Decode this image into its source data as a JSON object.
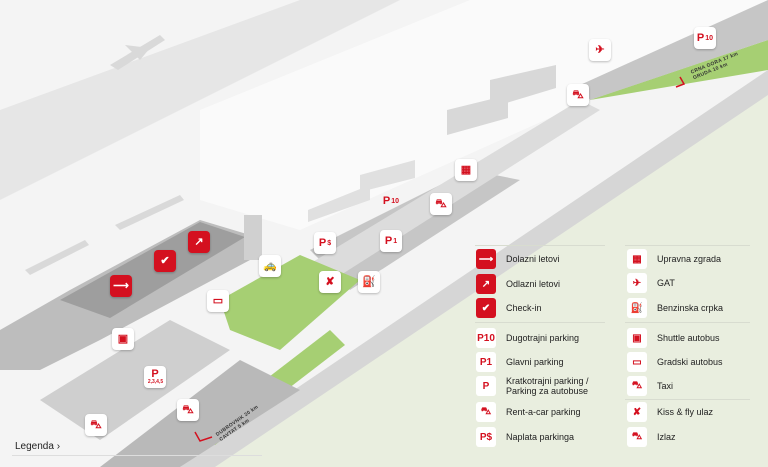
{
  "colors": {
    "accent": "#d4101f",
    "grass": "#e9eedf",
    "green": "#a6cf73",
    "asphalt": "#c8c8c8",
    "background": "#f4f4f4"
  },
  "map": {
    "road_signs": [
      {
        "lines": [
          "CRNA GORA 17 km",
          "GRUDA 10 km"
        ]
      },
      {
        "lines": [
          "DUBROVNIK 20 km",
          "CAVTAT 5 km"
        ]
      }
    ],
    "markers": [
      {
        "icon": "long-term-parking-icon",
        "text": "P",
        "sub": "10"
      },
      {
        "icon": "gat-plane-icon",
        "text": "✈",
        "sub": ""
      },
      {
        "icon": "exit-icon",
        "text": "⛍",
        "sub": ""
      },
      {
        "icon": "admin-building-icon",
        "text": "▦",
        "sub": ""
      },
      {
        "icon": "long-term-parking-icon",
        "text": "P",
        "sub": "10"
      },
      {
        "icon": "exit-icon",
        "text": "⛍",
        "sub": ""
      },
      {
        "icon": "main-parking-icon",
        "text": "P",
        "sub": "1"
      },
      {
        "icon": "parking-payment-icon",
        "text": "P",
        "sub": "$"
      },
      {
        "icon": "fuel-station-icon",
        "text": "⛽",
        "sub": ""
      },
      {
        "icon": "kiss-fly-icon",
        "text": "✘",
        "sub": ""
      },
      {
        "icon": "taxi-icon",
        "text": "🚕",
        "sub": ""
      },
      {
        "icon": "city-bus-icon",
        "text": "▭",
        "sub": ""
      },
      {
        "icon": "shuttle-bus-icon",
        "text": "▣",
        "sub": ""
      },
      {
        "icon": "short-term-parking-icon",
        "text": "P",
        "sub": "2,3,4,5"
      },
      {
        "icon": "rent-a-car-icon",
        "text": "⛍",
        "sub": ""
      },
      {
        "icon": "exit-icon",
        "text": "⛍",
        "sub": ""
      },
      {
        "icon": "arrivals-icon",
        "text": "⟶",
        "sub": ""
      },
      {
        "icon": "check-in-icon",
        "text": "✔",
        "sub": ""
      },
      {
        "icon": "departures-icon",
        "text": "↗",
        "sub": ""
      }
    ]
  },
  "legend": {
    "title": "Legenda",
    "chevron": "›",
    "left": [
      {
        "icon": "arrivals-icon",
        "glyph": "⟶",
        "label": "Dolazni letovi",
        "style": "red"
      },
      {
        "icon": "departures-icon",
        "glyph": "↗",
        "label": "Odlazni letovi",
        "style": "red"
      },
      {
        "icon": "check-in-icon",
        "glyph": "✔",
        "label": "Check-in",
        "style": "red"
      },
      {
        "icon": "long-term-parking-icon",
        "glyph": "P10",
        "label": "Dugotrajni parking",
        "style": "white"
      },
      {
        "icon": "main-parking-icon",
        "glyph": "P1",
        "label": "Glavni parking",
        "style": "white"
      },
      {
        "icon": "short-term-parking-icon",
        "glyph": "P",
        "label": "Kratkotrajni parking / Parking za autobuse",
        "style": "white"
      },
      {
        "icon": "rent-a-car-icon",
        "glyph": "⛍",
        "label": "Rent-a-car parking",
        "style": "white"
      },
      {
        "icon": "parking-payment-icon",
        "glyph": "P$",
        "label": "Naplata parkinga",
        "style": "white"
      }
    ],
    "right": [
      {
        "icon": "admin-building-icon",
        "glyph": "▦",
        "label": "Upravna zgrada"
      },
      {
        "icon": "gat-plane-icon",
        "glyph": "✈",
        "label": "GAT"
      },
      {
        "icon": "fuel-station-icon",
        "glyph": "⛽",
        "label": "Benzinska crpka"
      },
      {
        "icon": "shuttle-bus-icon",
        "glyph": "▣",
        "label": "Shuttle autobus"
      },
      {
        "icon": "city-bus-icon",
        "glyph": "▭",
        "label": "Gradski autobus"
      },
      {
        "icon": "taxi-icon",
        "glyph": "⛍",
        "label": "Taxi"
      },
      {
        "icon": "kiss-fly-icon",
        "glyph": "✘",
        "label": "Kiss & fly ulaz"
      },
      {
        "icon": "exit-icon",
        "glyph": "⛍",
        "label": "Izlaz"
      }
    ]
  }
}
